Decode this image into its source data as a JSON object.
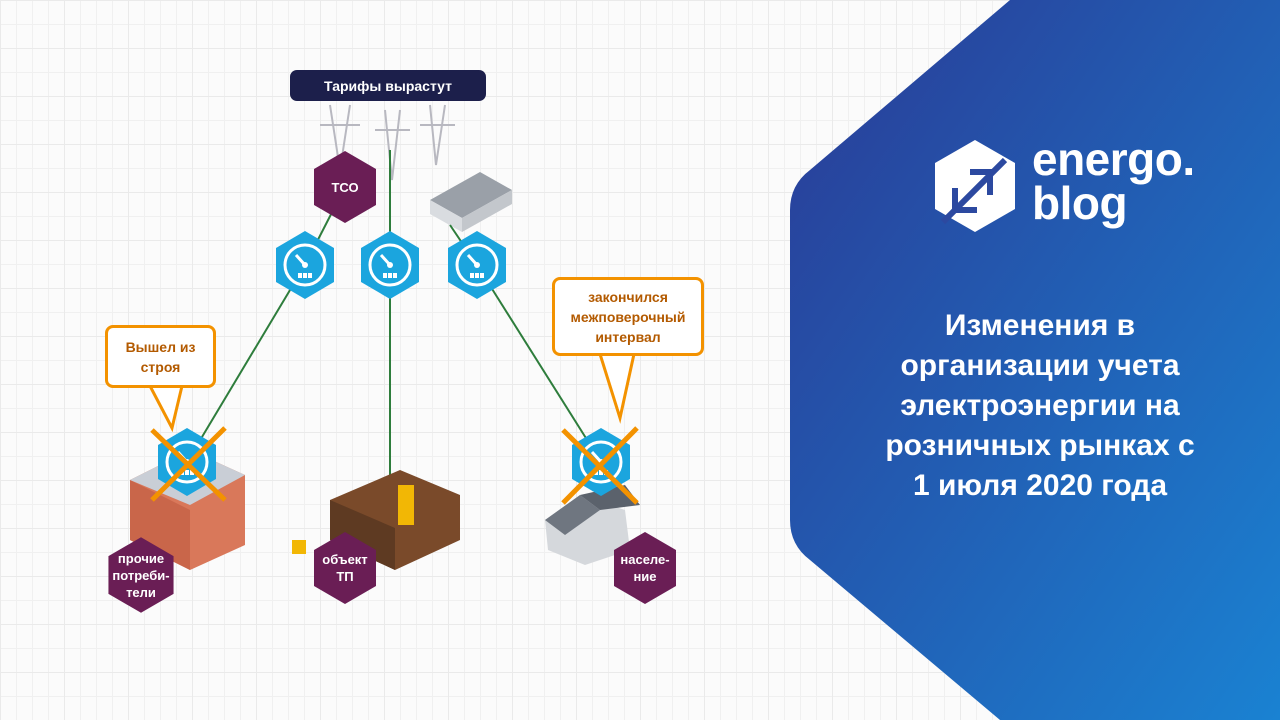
{
  "title_pill": "Тарифы вырастут",
  "nodes": {
    "tso": "ТСО",
    "other_consumers": [
      "прочие",
      "потреби-",
      "тели"
    ],
    "tp_object": [
      "объект",
      "ТП"
    ],
    "population": [
      "населе-",
      "ние"
    ]
  },
  "callouts": {
    "left": [
      "Вышел из",
      "строя"
    ],
    "right": [
      "закончился",
      "межповерочный",
      "интервал"
    ]
  },
  "logo": {
    "line1": "energo.",
    "line2": "blog"
  },
  "headline": [
    "Изменения в",
    "организации учета",
    "электроэнергии на",
    "розничных рынках с",
    "1 июля 2020 года"
  ],
  "colors": {
    "purple": "#6a1e55",
    "meter": "#1ba5de",
    "orange": "#f39200",
    "line": "#2e7d3c",
    "navy": "#1c1f4b",
    "panel_start": "#2a3f98",
    "panel_end": "#1b7fcf"
  }
}
